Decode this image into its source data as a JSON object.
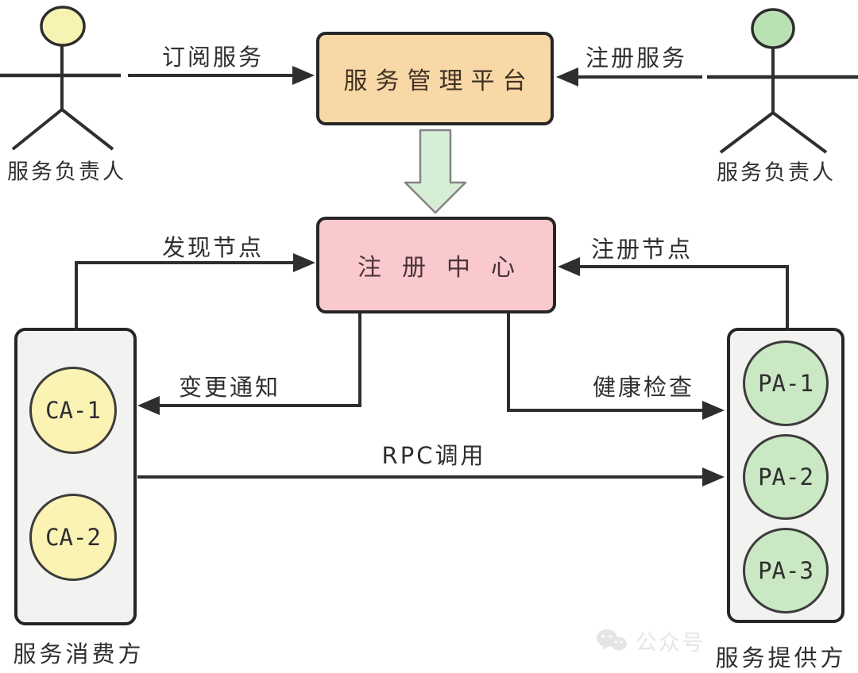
{
  "colors": {
    "platform_fill": "#F8D8A6",
    "registry_fill": "#F9C9CE",
    "consumer_node_fill": "#FAF3B4",
    "provider_node_fill": "#CBE8C4",
    "group_fill": "#F2F2F1",
    "actor_left_head_fill": "#F7F3B3",
    "actor_right_head_fill": "#BAE1B4",
    "block_arrow_fill": "#D6EDD6",
    "block_arrow_stroke": "#848484",
    "line": "#2E2E2E"
  },
  "actors": {
    "left": {
      "label": "服务负责人"
    },
    "right": {
      "label": "服务负责人"
    }
  },
  "nodes": {
    "platform": {
      "label": "服务管理平台"
    },
    "registry": {
      "label": "注册中心"
    }
  },
  "groups": {
    "consumer": {
      "label": "服务消费方",
      "nodes": [
        {
          "label": "CA-1"
        },
        {
          "label": "CA-2"
        }
      ]
    },
    "provider": {
      "label": "服务提供方",
      "nodes": [
        {
          "label": "PA-1"
        },
        {
          "label": "PA-2"
        },
        {
          "label": "PA-3"
        }
      ]
    }
  },
  "edges": {
    "subscribe": {
      "label": "订阅服务"
    },
    "register_service": {
      "label": "注册服务"
    },
    "discover": {
      "label": "发现节点"
    },
    "register_node": {
      "label": "注册节点"
    },
    "change_notify": {
      "label": "变更通知"
    },
    "health_check": {
      "label": "健康检查"
    },
    "rpc": {
      "label": "RPC调用"
    }
  },
  "watermark": {
    "icon": "wechat-icon",
    "text": "公众号"
  }
}
